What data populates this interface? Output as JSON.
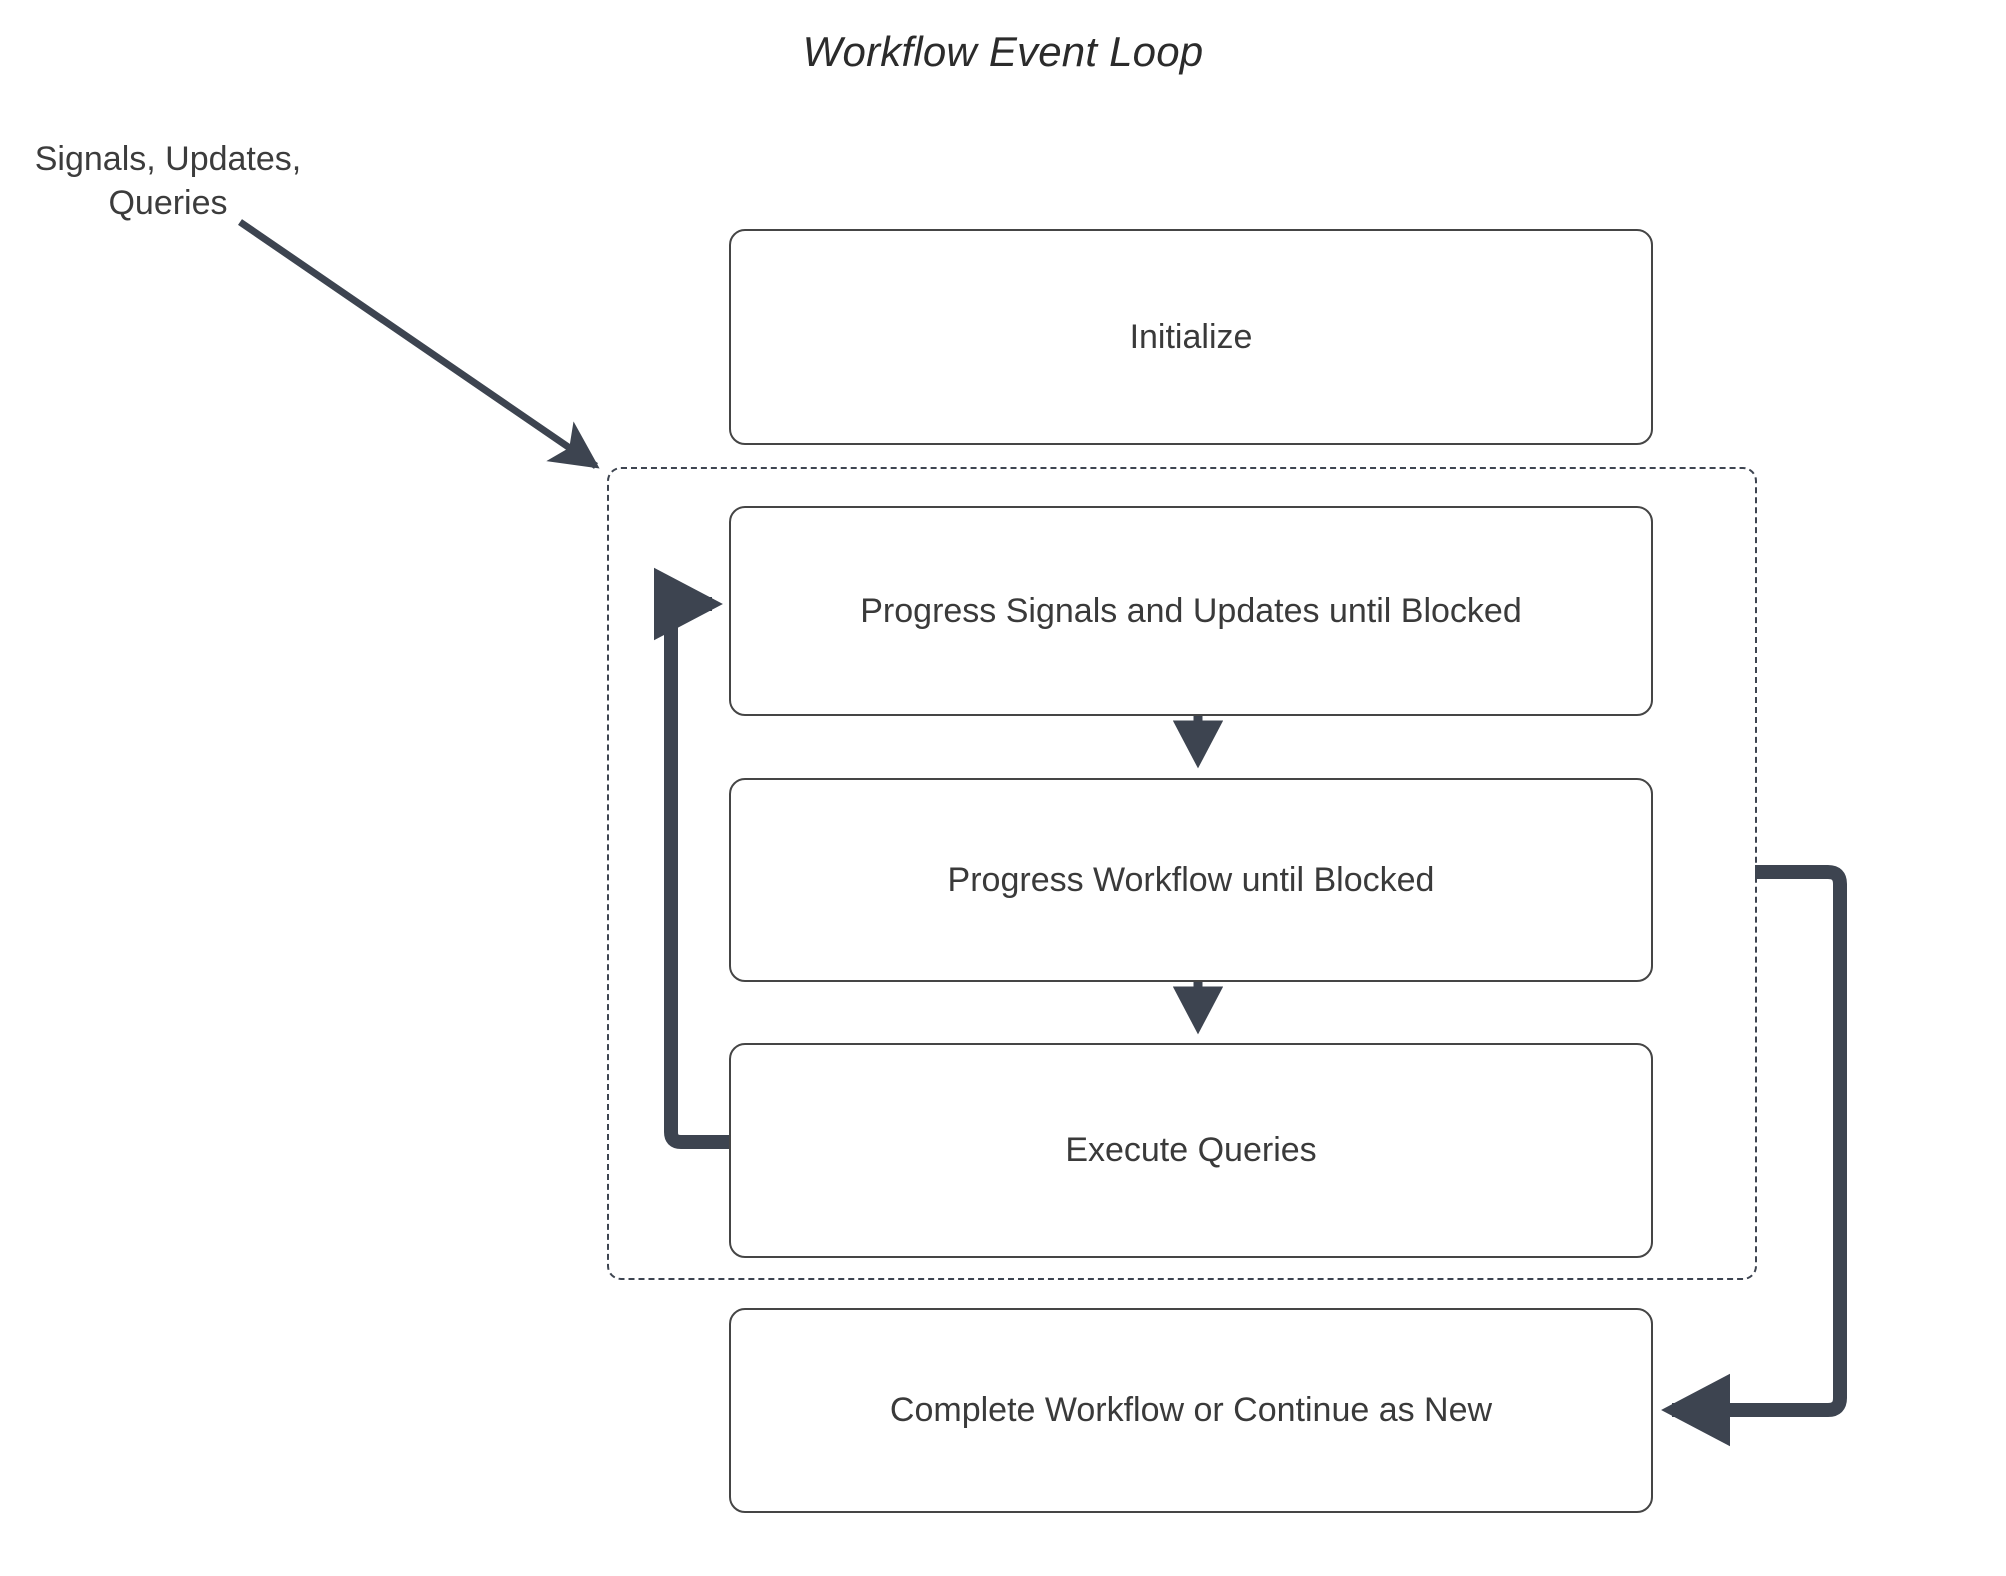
{
  "diagram": {
    "title": "Workflow Event Loop",
    "type": "flowchart",
    "background_color": "#ffffff",
    "node_border_color": "#454545",
    "edge_color": "#3d4450",
    "text_color": "#3a3a3a",
    "external_input_label": "Signals, Updates,\nQueries",
    "external_input_label_line1": "Signals, Updates,",
    "external_input_label_line2": "Queries",
    "loop_container": {
      "name": "event-loop-group",
      "style": "dashed",
      "label": ""
    },
    "nodes": [
      {
        "id": "initialize",
        "label": "Initialize",
        "shape": "rounded-rect"
      },
      {
        "id": "progress-signals",
        "label": "Progress Signals and Updates until Blocked",
        "shape": "rounded-rect"
      },
      {
        "id": "progress-workflow",
        "label": "Progress Workflow until Blocked",
        "shape": "rounded-rect"
      },
      {
        "id": "execute-queries",
        "label": "Execute Queries",
        "shape": "rounded-rect"
      },
      {
        "id": "complete-workflow",
        "label": "Complete Workflow or Continue as New",
        "shape": "rounded-rect"
      }
    ],
    "edges": [
      {
        "id": "input-to-loop",
        "from": "Signals, Updates, Queries",
        "to": "event-loop-group",
        "style": "solid-arrow",
        "label": ""
      },
      {
        "id": "signals-to-workflow",
        "from": "progress-signals",
        "to": "progress-workflow",
        "style": "solid-arrow",
        "label": ""
      },
      {
        "id": "workflow-to-queries",
        "from": "progress-workflow",
        "to": "execute-queries",
        "style": "solid-arrow",
        "label": ""
      },
      {
        "id": "queries-back-to-signals",
        "from": "execute-queries",
        "to": "progress-signals",
        "style": "loop-back-arrow",
        "label": ""
      },
      {
        "id": "loop-to-complete",
        "from": "event-loop-group",
        "to": "complete-workflow",
        "style": "solid-arrow",
        "label": ""
      }
    ]
  }
}
